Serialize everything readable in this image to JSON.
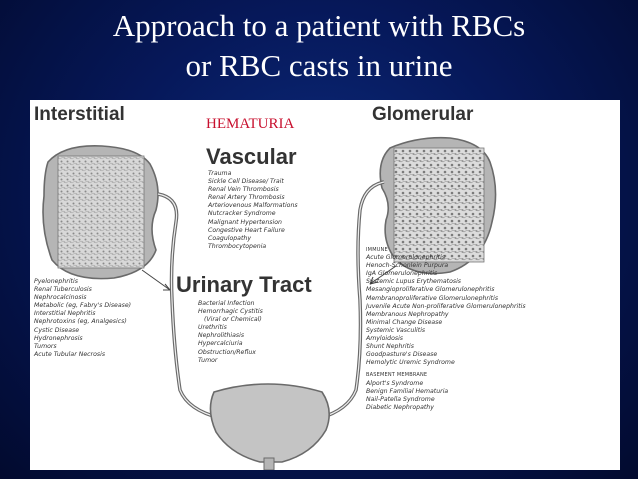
{
  "slide": {
    "title_line1": "Approach to a patient with RBCs",
    "title_line2": "or RBC casts in urine"
  },
  "figure": {
    "left_heading": "Interstitial",
    "right_heading": "Glomerular",
    "center_label": "HEMATURIA",
    "vascular": {
      "heading": "Vascular",
      "items": [
        "Trauma",
        "Sickle Cell Disease/ Trait",
        "Renal Vein Thrombosis",
        "Renal Artery Thrombosis",
        "Arteriovenous Malformations",
        "Nutcracker Syndrome",
        "Malignant Hypertension",
        "Congestive Heart Failure",
        "Coagulopathy",
        "Thrombocytopenia"
      ]
    },
    "urinary": {
      "heading": "Urinary Tract",
      "items": [
        "Bacterial Infection",
        "Hemorrhagic Cystitis",
        "(Viral or Chemical)",
        "Urethritis",
        "Nephrolithiasis",
        "Hypercalciuria",
        "Obstruction/Reflux",
        "Tumor"
      ]
    },
    "interstitial_items": [
      "Pyelonephritis",
      "Renal Tuberculosis",
      "Nephrocalcinosis",
      "Metabolic (eg, Fabry's Disease)",
      "Interstitial Nephritis",
      "Nephrotoxins (eg, Analgesics)",
      "Cystic Disease",
      "Hydronephrosis",
      "Tumors",
      "Acute Tubular Necrosis"
    ],
    "glomerular": {
      "immune_label": "IMMUNE",
      "immune_items": [
        "Acute Glomerulonephritis",
        "Henoch-Schonlein Purpura",
        "IgA Glomerulonephritis",
        "Systemic Lupus Erythematosis",
        "Mesangioproliferative Glomerulonephritis",
        "Membranoproliferative Glomerulonephritis",
        "Juvenile Acute Non-proliferative Glomerulonephritis",
        "Membranous Nephropathy",
        "Minimal Change Disease",
        "Systemic Vasculitis",
        "Amyloidosis",
        "Shunt Nephritis",
        "Goodpasture's Disease",
        "Hemolytic Uremic Syndrome"
      ],
      "basement_label": "BASEMENT MEMBRANE",
      "basement_items": [
        "Alport's Syndrome",
        "Benign Familial Hematuria",
        "Nail-Patella Syndrome",
        "Diabetic Nephropathy"
      ]
    }
  }
}
